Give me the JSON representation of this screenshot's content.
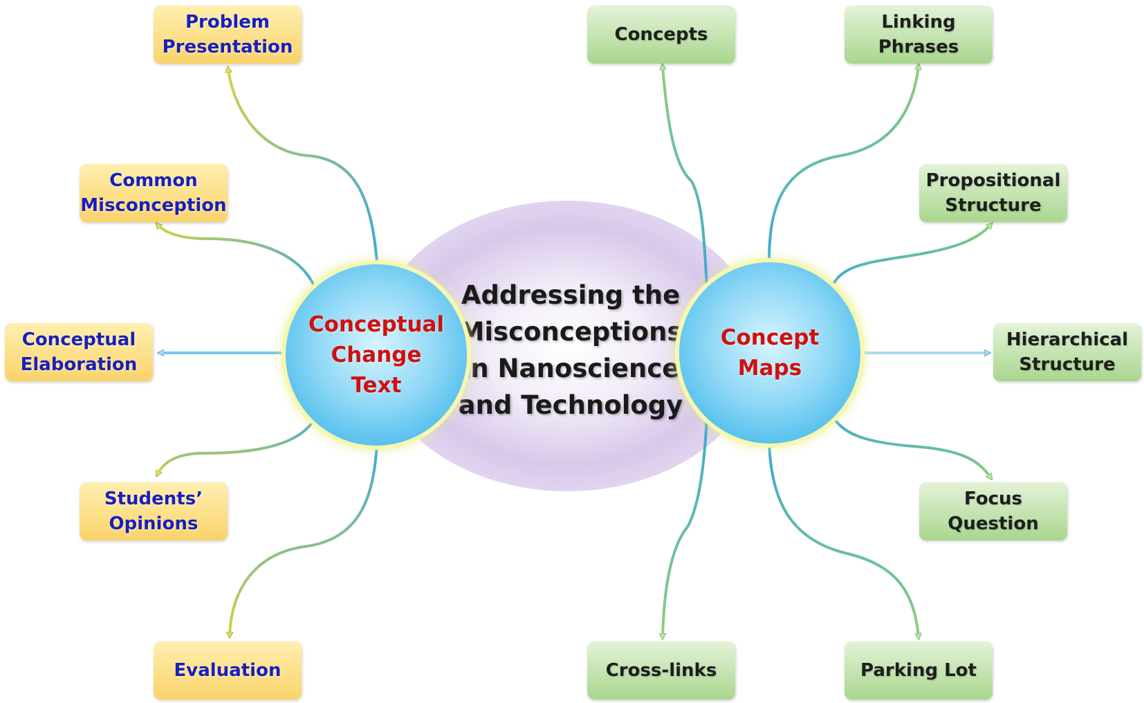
{
  "center": {
    "lines": [
      "Addressing the",
      "Misconceptions",
      "in Nanoscience",
      "and Technology"
    ]
  },
  "left_hub": {
    "lines": [
      "Conceptual",
      "Change",
      "Text"
    ]
  },
  "right_hub": {
    "lines": [
      "Concept",
      "Maps"
    ]
  },
  "left_items": [
    {
      "lines": [
        "Problem",
        "Presentation"
      ]
    },
    {
      "lines": [
        "Common",
        "Misconception"
      ]
    },
    {
      "lines": [
        "Conceptual",
        "Elaboration"
      ]
    },
    {
      "lines": [
        "Students’",
        "Opinions"
      ]
    },
    {
      "lines": [
        "Evaluation"
      ]
    }
  ],
  "right_items": [
    {
      "lines": [
        "Concepts"
      ]
    },
    {
      "lines": [
        "Linking",
        "Phrases"
      ]
    },
    {
      "lines": [
        "Propositional",
        "Structure"
      ]
    },
    {
      "lines": [
        "Hierarchical",
        "Structure"
      ]
    },
    {
      "lines": [
        "Focus Question"
      ]
    },
    {
      "lines": [
        "Cross-links"
      ]
    },
    {
      "lines": [
        "Parking Lot"
      ]
    }
  ],
  "colors": {
    "left_box_fill": "#f9d36a",
    "left_box_text": "#1a1fb8",
    "right_box_fill": "#a9d68e",
    "hub_fill": "#44b8ea",
    "hub_text": "#d01010",
    "connector": "#3aa8d8"
  }
}
